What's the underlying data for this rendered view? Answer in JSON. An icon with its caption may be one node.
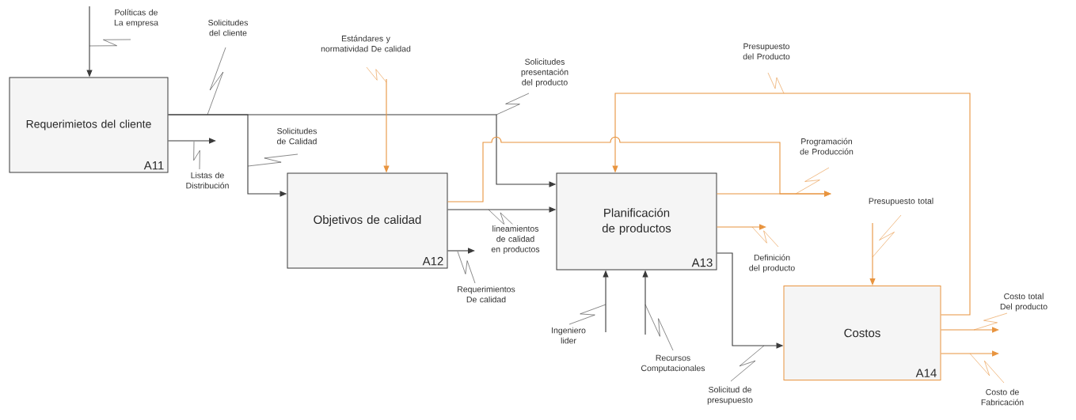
{
  "diagram": {
    "nodes": [
      {
        "text": [
          "Requerimietos del cliente",
          "A11"
        ]
      },
      {
        "text": [
          "Objetivos de calidad",
          "A12"
        ]
      },
      {
        "text": [
          "Planificación de productos",
          "A13"
        ]
      },
      {
        "text": [
          "Costos",
          "A14"
        ]
      }
    ],
    "edges": [
      {
        "from": null,
        "to": 0,
        "arrow": "to",
        "label": "Políticas de La empresa"
      },
      {
        "from": 0,
        "to": 1,
        "arrow": "to",
        "label": "Solicitudes de Calidad"
      },
      {
        "from": 0,
        "to": 2,
        "arrow": "to",
        "label": "Solicitudes presentación del producto"
      },
      {
        "from": 0,
        "to": null,
        "arrow": "to",
        "label": "Listas de Distribución"
      },
      {
        "from": null,
        "to": 1,
        "arrow": "to",
        "label": "Estándares y normatividad De calidad",
        "color": "#e8943f"
      },
      {
        "from": 1,
        "to": 2,
        "arrow": "to",
        "label": "lineamientos de calidad en productos"
      },
      {
        "from": 1,
        "to": null,
        "arrow": "to",
        "label": "Requerimientos De calidad"
      },
      {
        "from": 1,
        "to": null,
        "arrow": "to",
        "color": "#e8943f"
      },
      {
        "from": 2,
        "to": null,
        "arrow": "to",
        "label": "Programación de Producción",
        "color": "#e8943f"
      },
      {
        "from": 2,
        "to": null,
        "arrow": "to",
        "label": "Definición del producto",
        "color": "#e8943f"
      },
      {
        "from": 2,
        "to": 3,
        "arrow": "to",
        "label": "Solicitud de presupuesto"
      },
      {
        "from": null,
        "to": 2,
        "arrow": "to",
        "label": "Ingeniero lider"
      },
      {
        "from": null,
        "to": 2,
        "arrow": "to",
        "label": "Recursos Computacionales"
      },
      {
        "from": 3,
        "to": 2,
        "arrow": "to",
        "label": "Presupuesto del Producto",
        "color": "#e8943f"
      },
      {
        "from": null,
        "to": 3,
        "arrow": "to",
        "label": "Presupuesto total",
        "color": "#e8943f"
      },
      {
        "from": 3,
        "to": null,
        "arrow": "to",
        "label": "Costo total Del producto",
        "color": "#e8943f"
      },
      {
        "from": 3,
        "to": null,
        "arrow": "to",
        "label": "Costo de Fabricación",
        "color": "#e8943f"
      }
    ],
    "labels": [
      "Solicitudes del cliente"
    ]
  }
}
